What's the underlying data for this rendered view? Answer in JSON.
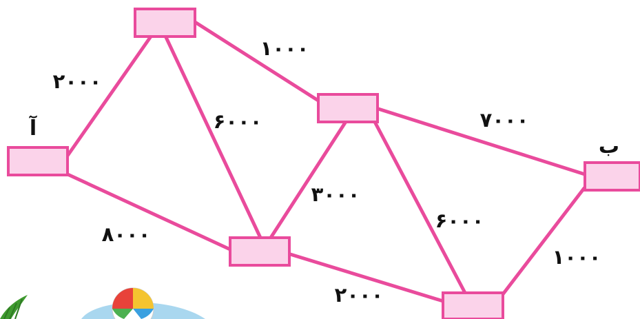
{
  "colors": {
    "edge": "#e94b9c",
    "node_fill": "#fbd3ea",
    "node_stroke": "#e94b9c",
    "text": "#111111"
  },
  "nodes": {
    "A": {
      "label": "آ"
    },
    "top": {
      "label": ""
    },
    "mid": {
      "label": ""
    },
    "B": {
      "label": "ب"
    },
    "bottom_mid": {
      "label": ""
    },
    "bottom_right": {
      "label": ""
    }
  },
  "edges": [
    {
      "from": "A",
      "to": "top",
      "weight": "۲۰۰۰"
    },
    {
      "from": "top",
      "to": "mid",
      "weight": "۱۰۰۰"
    },
    {
      "from": "top",
      "to": "bottom_mid",
      "weight": "۶۰۰۰"
    },
    {
      "from": "mid",
      "to": "B",
      "weight": "۷۰۰۰"
    },
    {
      "from": "bottom_mid",
      "to": "mid",
      "weight": "۳۰۰۰"
    },
    {
      "from": "mid",
      "to": "bottom_right",
      "weight": "۶۰۰۰"
    },
    {
      "from": "A",
      "to": "bottom_mid",
      "weight": "۸۰۰۰"
    },
    {
      "from": "bottom_mid",
      "to": "bottom_right",
      "weight": "۲۰۰۰"
    },
    {
      "from": "bottom_right",
      "to": "B",
      "weight": "۱۰۰۰"
    }
  ],
  "decorations": [
    "palm-leaf-icon",
    "beach-ball-icon"
  ]
}
